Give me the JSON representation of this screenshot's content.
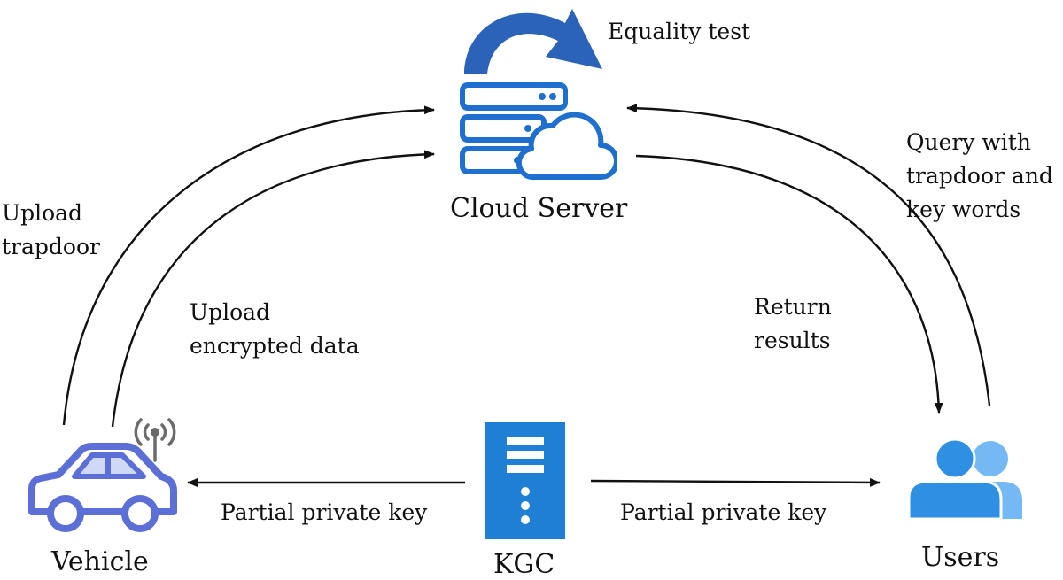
{
  "nodes": {
    "cloud_server": "Cloud Server",
    "vehicle": "Vehicle",
    "kgc": "KGC",
    "users": "Users"
  },
  "edges": {
    "equality_test": "Equality test",
    "upload_trapdoor": [
      "Upload",
      "trapdoor"
    ],
    "upload_encrypted_data": [
      "Upload",
      "encrypted data"
    ],
    "query": [
      "Query with",
      "trapdoor and",
      "key words"
    ],
    "return_results": [
      "Return",
      "results"
    ],
    "partial_key_vehicle": "Partial private key",
    "partial_key_users": "Partial private key"
  },
  "colors": {
    "cloud_icon": "#1f6fce",
    "vehicle_icon": "#5b6fd6",
    "vehicle_window": "#cfd8f5",
    "antenna": "#6b6b6b",
    "kgc_icon": "#1f7fd4",
    "users_front": "#2f8fe3",
    "users_back": "#74b9f4",
    "equality_arrow": "#2a63b8",
    "arrow": "#111111"
  },
  "icons": {
    "cloud_server": "server-cloud-icon",
    "vehicle": "car-icon",
    "antenna": "antenna-signal-icon",
    "kgc": "tower-server-icon",
    "users": "users-group-icon",
    "loop": "curved-loop-arrow-icon"
  }
}
